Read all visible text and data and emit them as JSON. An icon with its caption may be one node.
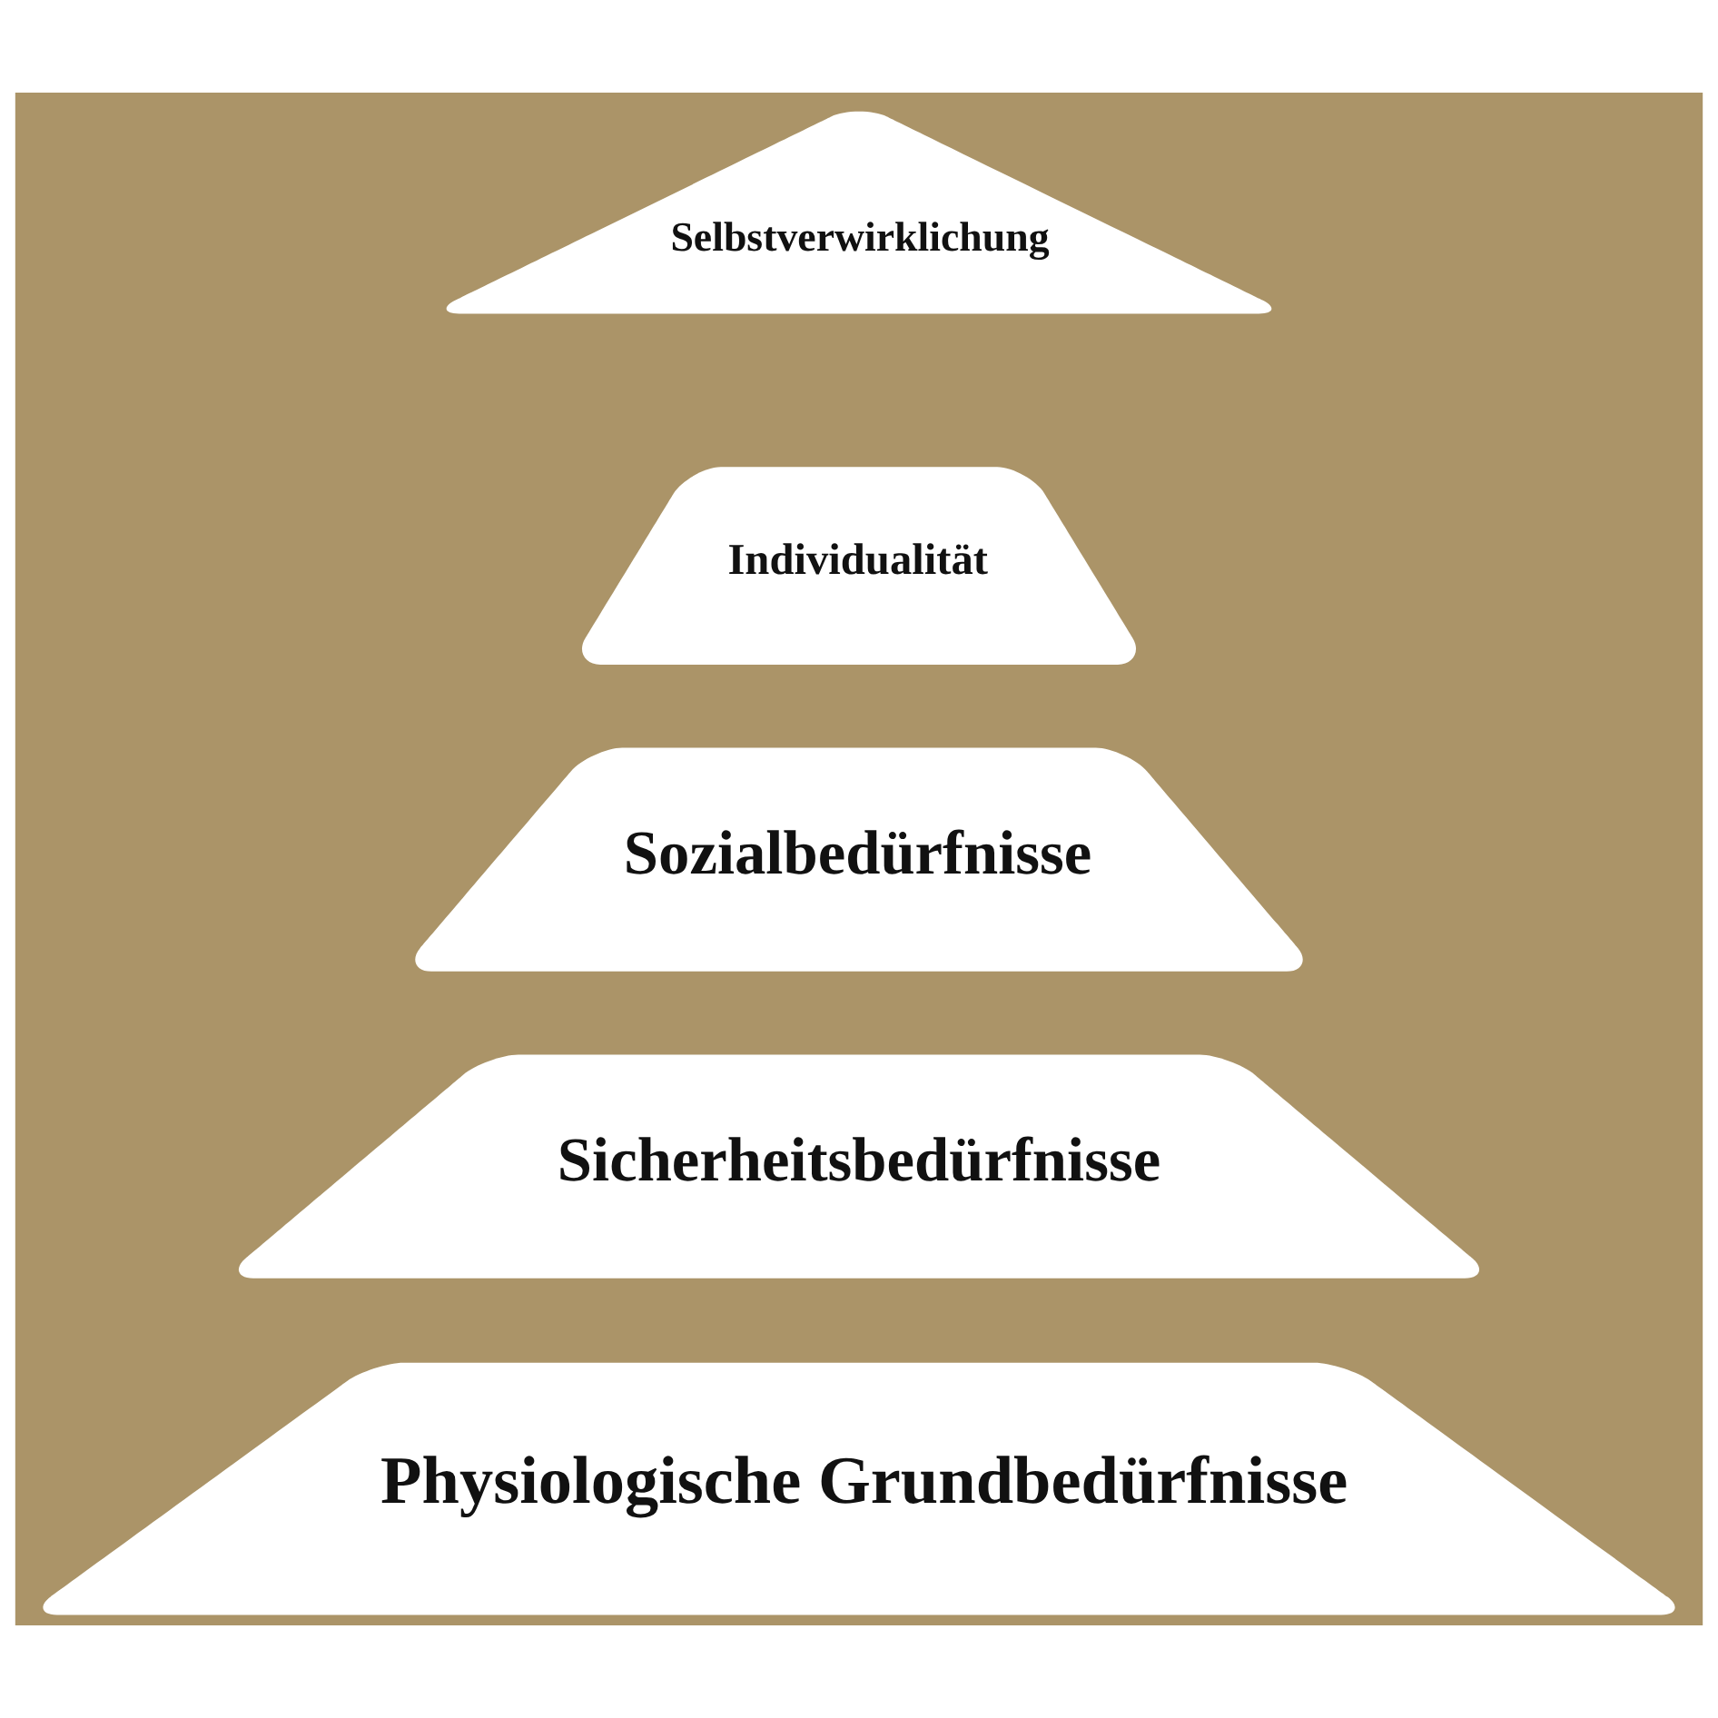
{
  "diagram": {
    "nodes": [
      {
        "text": [
          "Selbstverwirklichung"
        ]
      },
      {
        "text": [
          "Individualität"
        ]
      },
      {
        "text": [
          "Sozialbedürfnisse"
        ]
      },
      {
        "text": [
          "Sicherheitsbedürfnisse"
        ]
      },
      {
        "text": [
          "Physiologische Grundbedürfnisse"
        ]
      }
    ]
  }
}
